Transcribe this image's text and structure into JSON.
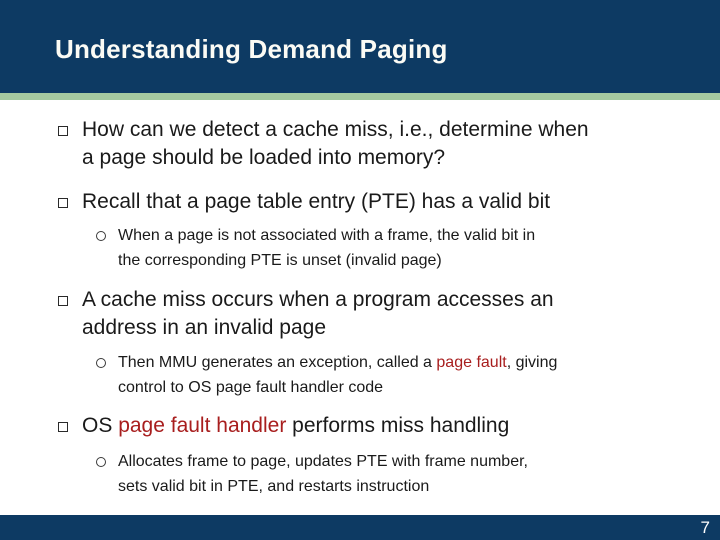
{
  "slide": {
    "title": "Understanding Demand Paging",
    "page_number": "7",
    "colors": {
      "header_bg": "#0d3a63",
      "accent_stripe": "#a5c9a0",
      "footer_bg": "#0d3a63",
      "body_text": "#1a1a1a",
      "highlight_red": "#a81e1e",
      "title_text": "#fbfbf5"
    },
    "bullets": {
      "b1": {
        "line1": "How can we detect a cache miss, i.e., determine when",
        "line2": "a page should be loaded into memory?"
      },
      "b2": {
        "line1": "Recall that a page table entry (PTE) has a valid bit"
      },
      "b2s1": {
        "line1": "When a page is not associated with a frame, the valid bit in",
        "line2": "the corresponding PTE is unset (invalid page)"
      },
      "b3": {
        "line1": "A cache miss occurs when a program accesses an",
        "line2": "address in an invalid page"
      },
      "b3s1": {
        "line1_pre": "Then MMU generates an exception, called a ",
        "line1_red": "page fault",
        "line1_post": ", giving",
        "line2": "control to OS page fault handler code"
      },
      "b4": {
        "pre": "OS ",
        "red": "page fault handler",
        "post": " performs miss handling"
      },
      "b4s1": {
        "line1": "Allocates frame to page, updates PTE with frame number,",
        "line2": "sets valid bit in PTE, and restarts instruction"
      }
    }
  }
}
